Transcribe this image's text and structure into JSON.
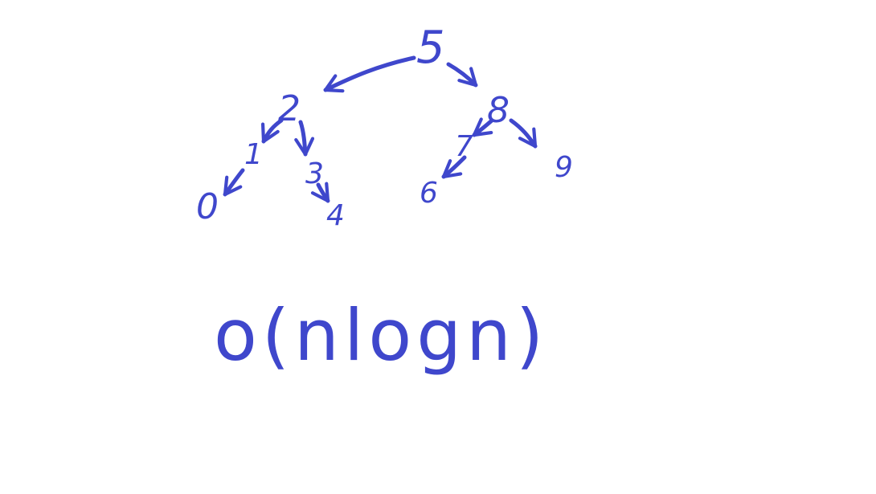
{
  "ink_color": "#3f47cc",
  "background_color": "#ffffff",
  "tree": {
    "nodes": [
      {
        "id": "n5",
        "label": "5"
      },
      {
        "id": "n2",
        "label": "2"
      },
      {
        "id": "n8",
        "label": "8"
      },
      {
        "id": "n1",
        "label": "1"
      },
      {
        "id": "n3",
        "label": "3"
      },
      {
        "id": "n7",
        "label": "7"
      },
      {
        "id": "n9",
        "label": "9"
      },
      {
        "id": "n0",
        "label": "0"
      },
      {
        "id": "n4",
        "label": "4"
      },
      {
        "id": "n6",
        "label": "6"
      }
    ],
    "edges": [
      {
        "from": "n5",
        "to": "n2"
      },
      {
        "from": "n5",
        "to": "n8"
      },
      {
        "from": "n2",
        "to": "n1"
      },
      {
        "from": "n2",
        "to": "n3"
      },
      {
        "from": "n1",
        "to": "n0"
      },
      {
        "from": "n3",
        "to": "n4"
      },
      {
        "from": "n8",
        "to": "n7"
      },
      {
        "from": "n8",
        "to": "n9"
      },
      {
        "from": "n7",
        "to": "n6"
      }
    ]
  },
  "complexity_text": "o(nlogn)"
}
